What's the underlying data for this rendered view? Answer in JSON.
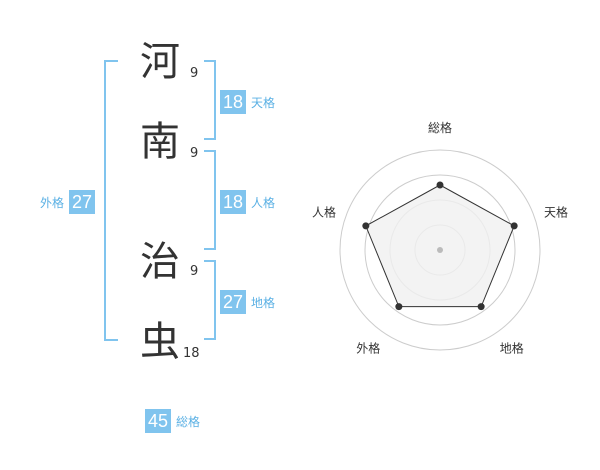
{
  "name_chars": [
    {
      "char": "河",
      "strokes": "9"
    },
    {
      "char": "南",
      "strokes": "9"
    },
    {
      "char": "治",
      "strokes": "9"
    },
    {
      "char": "虫",
      "strokes": "18"
    }
  ],
  "scores": {
    "tenkaku": {
      "value": "18",
      "label": "天格"
    },
    "jinkaku": {
      "value": "18",
      "label": "人格"
    },
    "chikaku": {
      "value": "27",
      "label": "地格"
    },
    "gaikaku": {
      "value": "27",
      "label": "外格"
    },
    "soukaku": {
      "value": "45",
      "label": "総格"
    }
  },
  "chart_data": {
    "type": "radar",
    "axes": [
      "総格",
      "天格",
      "地格",
      "外格",
      "人格"
    ],
    "values": [
      0.65,
      0.78,
      0.7,
      0.7,
      0.78
    ],
    "rings": 4,
    "colors": {
      "fill": "#f0f0f0",
      "line": "#333333",
      "ring": "#cccccc",
      "center": "#bbbbbb"
    }
  }
}
